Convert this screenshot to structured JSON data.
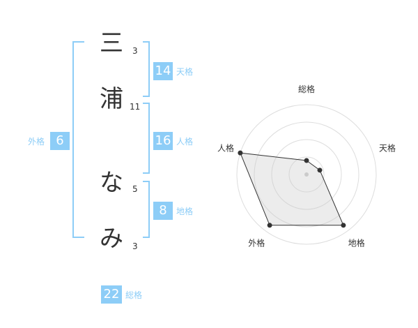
{
  "name": {
    "chars": [
      {
        "char": "三",
        "strokes": "3"
      },
      {
        "char": "浦",
        "strokes": "11"
      },
      {
        "char": "な",
        "strokes": "5"
      },
      {
        "char": "み",
        "strokes": "3"
      }
    ]
  },
  "scores": {
    "tenkaku": {
      "value": "14",
      "label": "天格"
    },
    "jinkaku": {
      "value": "16",
      "label": "人格"
    },
    "chikaku": {
      "value": "8",
      "label": "地格"
    },
    "gaikaku": {
      "value": "6",
      "label": "外格"
    },
    "soukaku": {
      "value": "22",
      "label": "総格"
    }
  },
  "colors": {
    "accent": "#8dcdf7",
    "text": "#333333",
    "grid": "#dddddd"
  },
  "chart_data": {
    "type": "radar",
    "axes": [
      "総格",
      "天格",
      "地格",
      "外格",
      "人格"
    ],
    "values": [
      0.2,
      0.2,
      0.9,
      0.9,
      1.0
    ],
    "rings": 4
  }
}
